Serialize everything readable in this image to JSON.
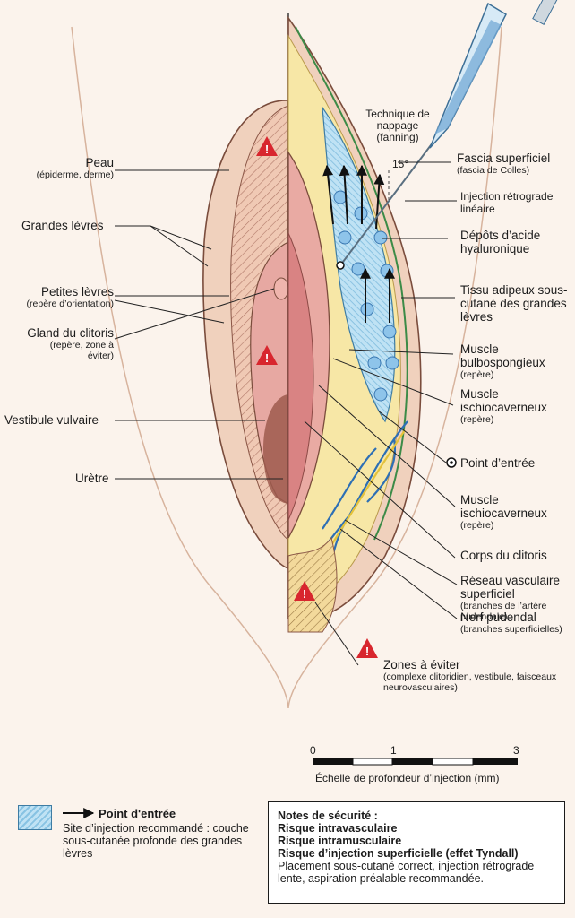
{
  "technique": {
    "label": "Technique de nappage (fanning)",
    "angle": "15°"
  },
  "left_labels": [
    {
      "key": "peau",
      "label": "Peau",
      "sub": "(épiderme, derme)"
    },
    {
      "key": "grandes",
      "label": "Grandes lèvres",
      "sub": ""
    },
    {
      "key": "petites",
      "label": "Petites lèvres",
      "sub": "(repère d’orientation)"
    },
    {
      "key": "gland",
      "label": "Gland du clitoris",
      "sub": "(repère, zone à éviter)"
    },
    {
      "key": "vestibule",
      "label": "Vestibule vulvaire",
      "sub": ""
    },
    {
      "key": "uretre",
      "label": "Urètre",
      "sub": ""
    }
  ],
  "right_labels": [
    {
      "key": "fascia",
      "label": "Fascia superficiel",
      "sub": "(fascia de Colles)"
    },
    {
      "key": "injection",
      "label": "Injection rétrograde linéaire",
      "sub": ""
    },
    {
      "key": "depots",
      "label": "Dépôts d’acide hyaluronique",
      "sub": ""
    },
    {
      "key": "tissu",
      "label": "Tissu adipeux sous-cutané des grandes lèvres",
      "sub": ""
    },
    {
      "key": "bulbo",
      "label": "Muscle bulbospongieux",
      "sub": "(repère)"
    },
    {
      "key": "ischio1",
      "label": "Muscle ischiocaverneux",
      "sub": "(repère)"
    },
    {
      "key": "entree",
      "label": "Point d’entrée",
      "sub": ""
    },
    {
      "key": "ischio2",
      "label": "Muscle ischiocaverneux",
      "sub": "(repère)"
    },
    {
      "key": "corps",
      "label": "Corps du clitoris",
      "sub": ""
    },
    {
      "key": "reseau",
      "label": "Réseau vasculaire superficiel",
      "sub": "(branches de l’artère pudendale)"
    },
    {
      "key": "nerf",
      "label": "Nerf pudendal",
      "sub": "(branches superficielles)"
    },
    {
      "key": "zones",
      "label": "Zones à éviter",
      "sub": "(complexe clitoridien, vestibule, faisceaux neurovasculaires)"
    }
  ],
  "scale": {
    "ticks": [
      "0",
      "1",
      "3"
    ],
    "caption": "Échelle de profondeur d’injection (mm)"
  },
  "legend": {
    "entry_point": "Point d'entrée",
    "site": "Site d’injection recommandé : couche sous-cutanée profonde des grandes lèvres"
  },
  "safety": {
    "title": "Notes de sécurité :",
    "risks": [
      "Risque intravasculaire",
      "Risque intramusculaire",
      "Risque d’injection superficielle (effet Tyndall)"
    ],
    "note": "Placement sous-cutané correct, injection rétrograde lente, aspiration préalable recommandée."
  },
  "colors": {
    "skin": "#f1d6c3",
    "mucosa": "#e8a9a4",
    "fat": "#f7e7a6",
    "filler": "#9fd3ef",
    "vessel": "#2d6fb5",
    "nerve": "#e4c23a",
    "muscle": "#c9605e",
    "warning": "#d8262e"
  }
}
